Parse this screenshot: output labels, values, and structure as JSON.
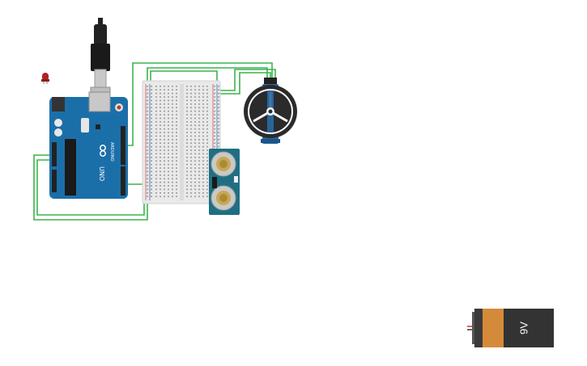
{
  "canvas": {
    "background": "#ffffff"
  },
  "arduino": {
    "logo_text": "ARDUINO",
    "model_text": "UNO",
    "board_color": "#1b6fa8",
    "chip_color": "#1a1a1a"
  },
  "breadboard": {
    "color": "#e9e9e9",
    "rail_red": "#d9534f",
    "rail_blue": "#3a6fb7"
  },
  "ultrasonic_sensor": {
    "board_color": "#1f6f82"
  },
  "servo_motor": {
    "body_color": "#2a6aa3",
    "horn_color": "#2b2b2b"
  },
  "led": {
    "color": "#b22222"
  },
  "battery": {
    "label": "9V",
    "body_color": "#333333",
    "band_color": "#d58a3a"
  },
  "wires": {
    "color": "#3cb44b"
  }
}
